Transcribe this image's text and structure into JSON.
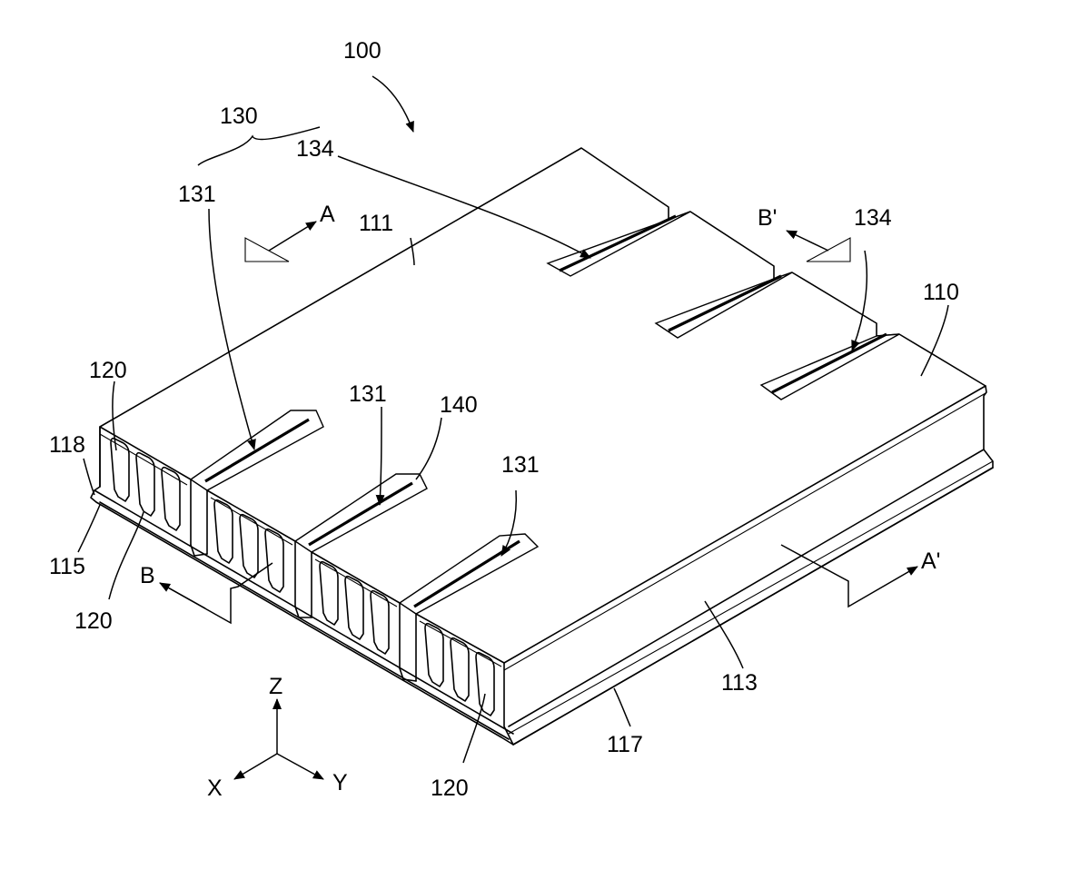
{
  "figure": {
    "labels": {
      "l100": "100",
      "l130": "130",
      "l134a": "134",
      "l134b": "134",
      "l131a": "131",
      "l131b": "131",
      "l131c": "131",
      "l111": "111",
      "l110": "110",
      "l140": "140",
      "l120a": "120",
      "l120b": "120",
      "l120c": "120",
      "l118": "118",
      "l115": "115",
      "l113": "113",
      "l117": "117"
    },
    "section_marks": {
      "a": "A",
      "a_prime": "A'",
      "b": "B",
      "b_prime": "B'"
    },
    "axes": {
      "z": "Z",
      "x": "X",
      "y": "Y"
    }
  }
}
